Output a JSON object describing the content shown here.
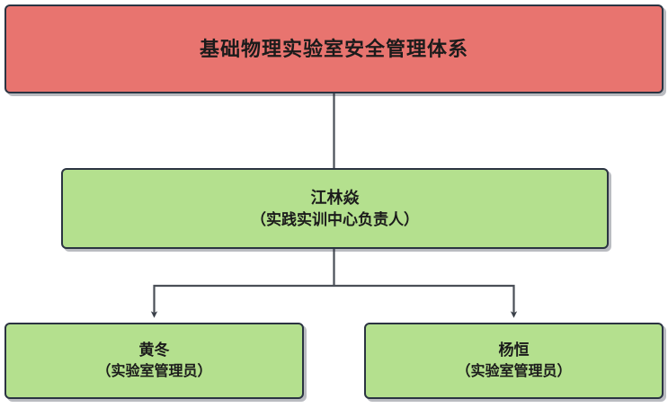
{
  "diagram": {
    "title": "基础物理实验室安全管理体系",
    "type": "org-chart",
    "colors": {
      "root_fill": "#e8746f",
      "node_fill": "#b4e08e",
      "border": "#2b3442",
      "connector": "#4a4f57",
      "background": "#ffffff",
      "text": "#1b1b1b"
    },
    "root": {
      "label": "基础物理实验室安全管理体系"
    },
    "manager": {
      "name": "江林焱",
      "role": "（实践实训中心负责人）"
    },
    "staff": [
      {
        "name": "黄冬",
        "role": "（实验室管理员）"
      },
      {
        "name": "杨恒",
        "role": "（实验室管理员）"
      }
    ],
    "connectors": [
      {
        "from": "root",
        "to": "manager",
        "style": "straight-vertical",
        "arrow": false
      },
      {
        "from": "manager",
        "to": "staff-left",
        "style": "elbow",
        "arrow": true
      },
      {
        "from": "manager",
        "to": "staff-right",
        "style": "elbow",
        "arrow": true
      }
    ]
  }
}
